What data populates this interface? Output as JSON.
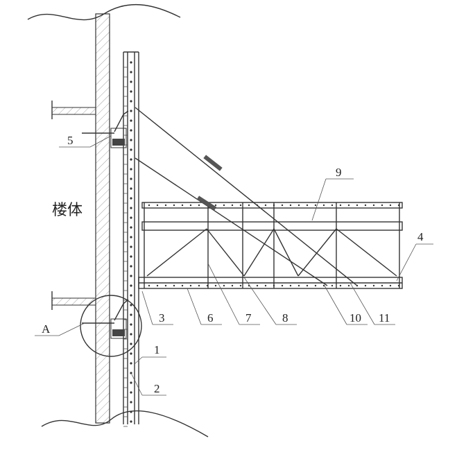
{
  "diagram": {
    "building_label": "楼体",
    "labels": {
      "n1": "1",
      "n2": "2",
      "n3": "3",
      "n4": "4",
      "n5": "5",
      "n6": "6",
      "n7": "7",
      "n8": "8",
      "n9": "9",
      "n10": "10",
      "n11": "11",
      "detail_a": "A"
    }
  }
}
